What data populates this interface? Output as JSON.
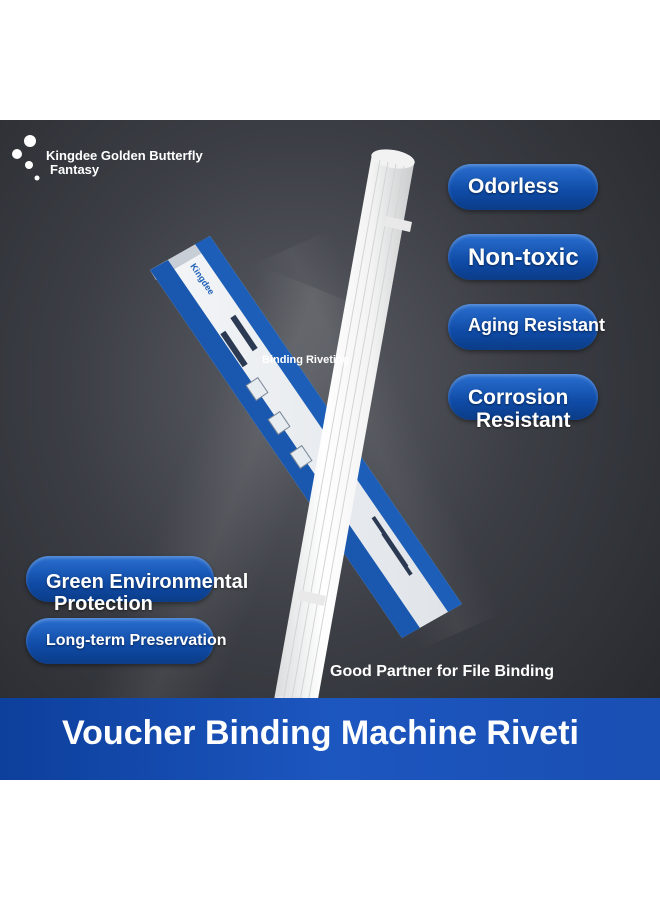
{
  "brand": {
    "line1": "Kingdee Golden Butterfly",
    "line2": "Fantasy",
    "box_logo_text": "Kingdee"
  },
  "features_right": [
    {
      "label": "Odorless"
    },
    {
      "label": "Non-toxic"
    },
    {
      "label": "Aging Resistant"
    },
    {
      "label_line1": "Corrosion",
      "label_line2": "Resistant"
    }
  ],
  "features_left": [
    {
      "label_line1": "Green Environmental",
      "label_line2": "Protection"
    },
    {
      "label": "Long-term Preservation"
    }
  ],
  "captions": {
    "product_caption": "Binding Riveting",
    "partner_caption": "Good Partner for File Binding"
  },
  "banner": {
    "headline": "Voucher Binding Machine Riveti"
  },
  "colors": {
    "pill_blue": "#0f4ba6",
    "strip_blue": "#1c56bf",
    "background_dark": "#3b3e44"
  }
}
